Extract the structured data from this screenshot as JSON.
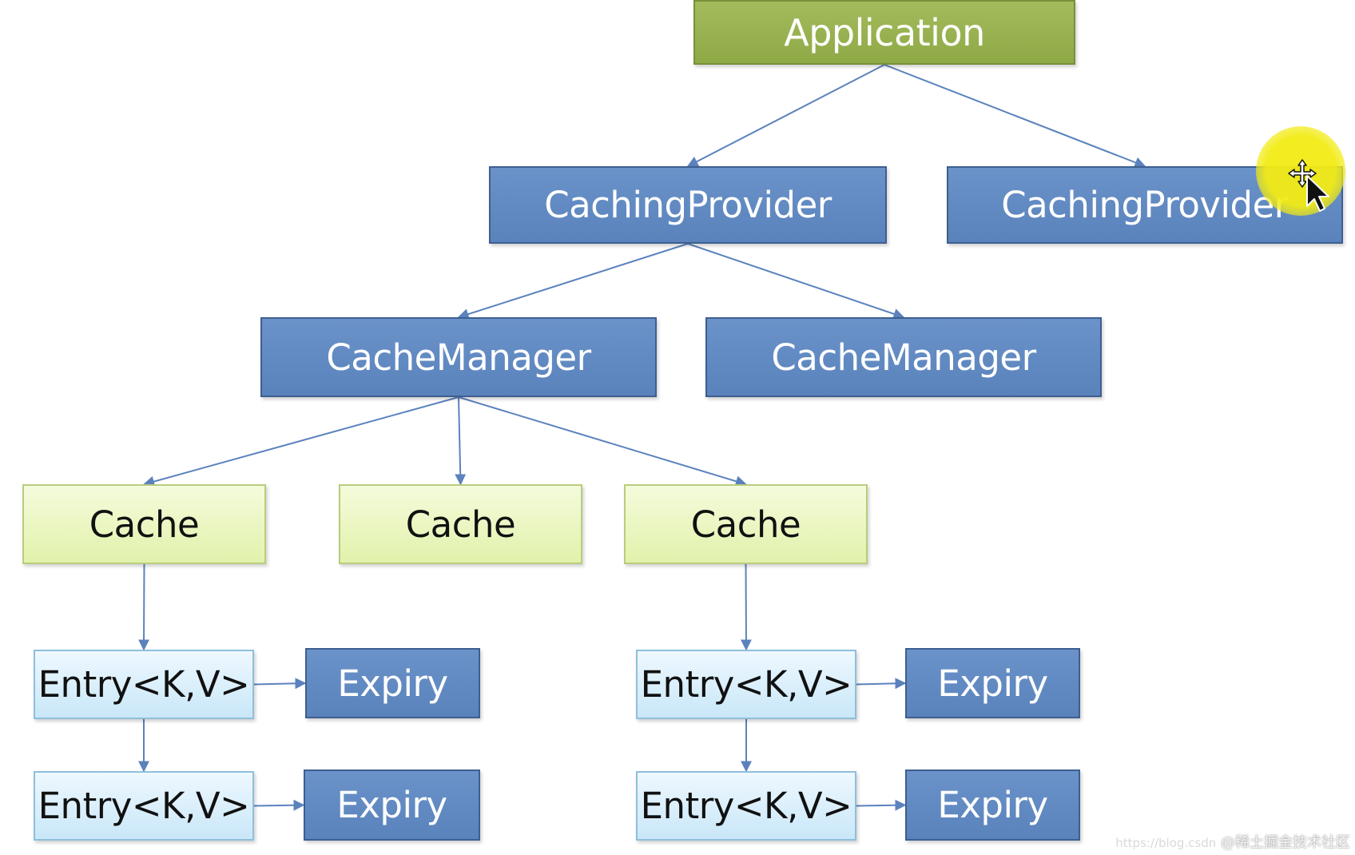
{
  "diagram": {
    "nodes": {
      "application": "Application",
      "caching_provider_1": "CachingProvider",
      "caching_provider_2": "CachingProvider",
      "cache_manager_1": "CacheManager",
      "cache_manager_2": "CacheManager",
      "cache_1": "Cache",
      "cache_2": "Cache",
      "cache_3": "Cache",
      "entry_1": "Entry<K,V>",
      "entry_2": "Entry<K,V>",
      "entry_3": "Entry<K,V>",
      "entry_4": "Entry<K,V>",
      "expiry_1": "Expiry",
      "expiry_2": "Expiry",
      "expiry_3": "Expiry",
      "expiry_4": "Expiry"
    },
    "edges": [
      {
        "from": "application",
        "to": "caching_provider_1"
      },
      {
        "from": "application",
        "to": "caching_provider_2"
      },
      {
        "from": "caching_provider_1",
        "to": "cache_manager_1"
      },
      {
        "from": "caching_provider_1",
        "to": "cache_manager_2"
      },
      {
        "from": "cache_manager_1",
        "to": "cache_1"
      },
      {
        "from": "cache_manager_1",
        "to": "cache_2"
      },
      {
        "from": "cache_manager_1",
        "to": "cache_3"
      },
      {
        "from": "cache_1",
        "to": "entry_1"
      },
      {
        "from": "entry_1",
        "to": "entry_2"
      },
      {
        "from": "entry_1",
        "to": "expiry_1"
      },
      {
        "from": "entry_2",
        "to": "expiry_2"
      },
      {
        "from": "cache_3",
        "to": "entry_3"
      },
      {
        "from": "entry_3",
        "to": "entry_4"
      },
      {
        "from": "entry_3",
        "to": "expiry_3"
      },
      {
        "from": "entry_4",
        "to": "expiry_4"
      }
    ],
    "colors": {
      "application_fill": "#99b24f",
      "dark_blue_fill": "#6389c4",
      "cache_fill": "#eaf6c4",
      "entry_fill": "#dbeffc",
      "edge_color": "#5b82bd",
      "cursor_highlight": "#f2eb14"
    }
  },
  "watermark": {
    "url_text": "https://blog.csdn",
    "label": "@稀土掘金技术社区"
  }
}
